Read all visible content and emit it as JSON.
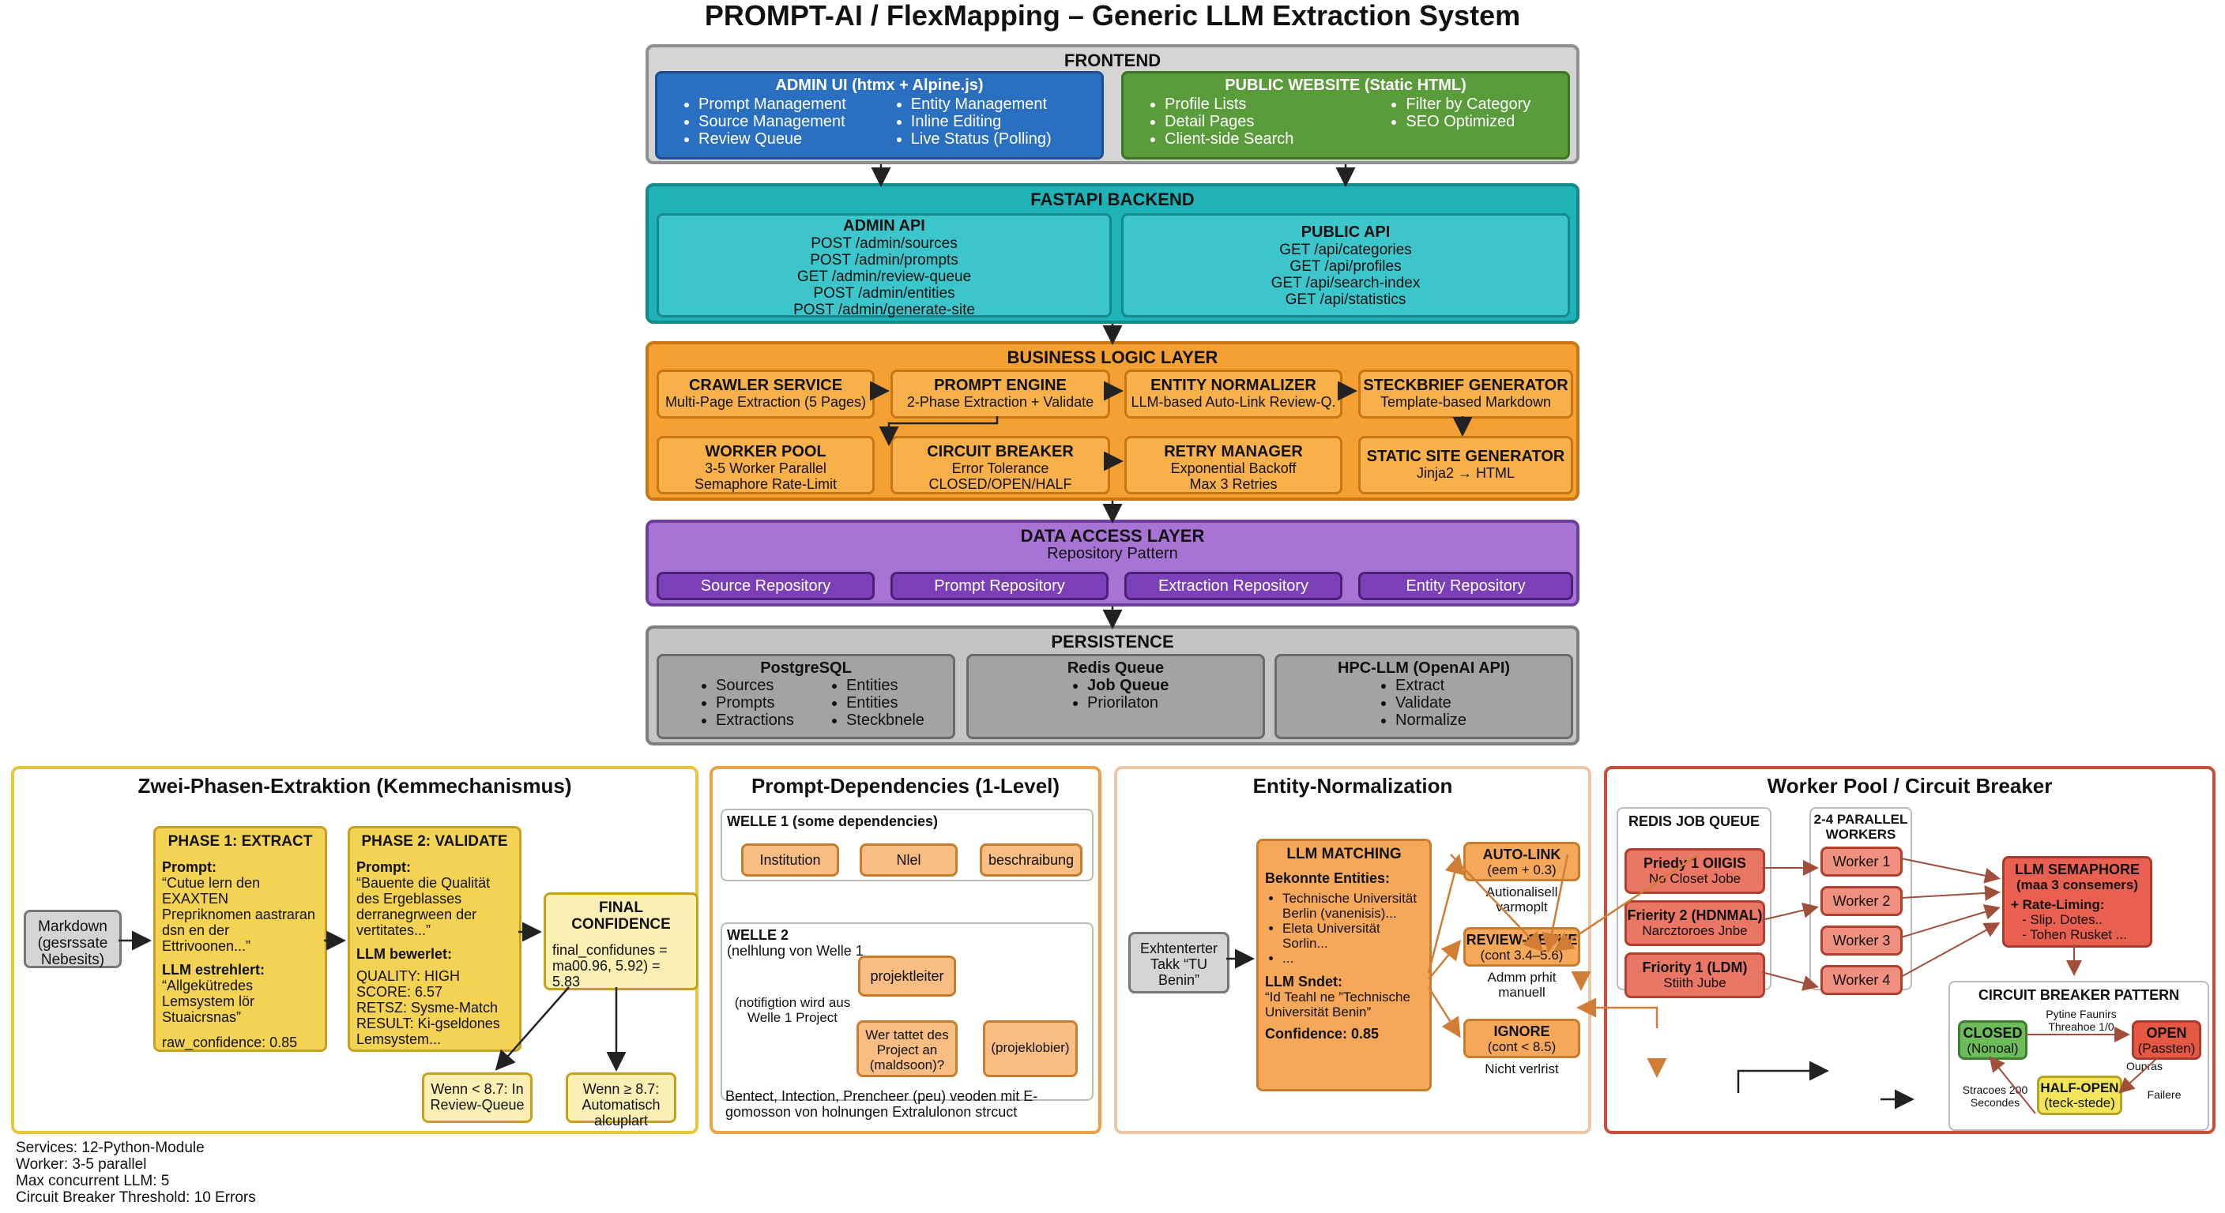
{
  "title": "PROMPT-AI / FlexMapping – Generic LLM Extraction System",
  "frontend": {
    "title": "FRONTEND",
    "admin_ui": {
      "title": "ADMIN UI (htmx + Alpine.js)",
      "col1": [
        "Prompt Management",
        "Source Management",
        "Review Queue"
      ],
      "col2": [
        "Entity Management",
        "Inline Editing",
        "Live Status (Polling)"
      ]
    },
    "public_site": {
      "title": "PUBLIC WEBSITE (Static HTML)",
      "col1": [
        "Profile Lists",
        "Detail Pages",
        "Client-side Search"
      ],
      "col2": [
        "Filter by Category",
        "SEO Optimized"
      ]
    }
  },
  "backend": {
    "title": "FASTAPI BACKEND",
    "admin_api": {
      "title": "ADMIN API",
      "endpoints": [
        "POST /admin/sources",
        "POST /admin/prompts",
        "GET /admin/review-queue",
        "POST /admin/entities",
        "POST /admin/generate-site"
      ]
    },
    "public_api": {
      "title": "PUBLIC API",
      "endpoints": [
        "GET /api/categories",
        "GET /api/profiles",
        "GET /api/search-index",
        "GET /api/statistics"
      ]
    }
  },
  "business": {
    "title": "BUSINESS LOGIC LAYER",
    "crawler": {
      "title": "CRAWLER SERVICE",
      "l1": "Multi-Page Extraction (5 Pages)"
    },
    "prompt_engine": {
      "title": "PROMPT ENGINE",
      "l1": "2-Phase Extraction + Validate"
    },
    "normalizer": {
      "title": "ENTITY NORMALIZER",
      "l1": "LLM-based Auto-Link Review-Q."
    },
    "steckbrief": {
      "title": "STECKBRIEF GENERATOR",
      "l1": "Template-based Markdown"
    },
    "worker_pool": {
      "title": "WORKER POOL",
      "l1": "3-5 Worker Parallel",
      "l2": "Semaphore Rate-Limit"
    },
    "circuit": {
      "title": "CIRCUIT BREAKER",
      "l1": "Error Tolerance",
      "l2": "CLOSED/OPEN/HALF"
    },
    "retry": {
      "title": "RETRY MANAGER",
      "l1": "Exponential Backoff",
      "l2": "Max 3 Retries"
    },
    "static_gen": {
      "title": "STATIC SITE GENERATOR",
      "l1": "Jinja2 → HTML"
    }
  },
  "data_access": {
    "title": "DATA ACCESS LAYER",
    "subtitle": "Repository Pattern",
    "repos": [
      "Source Repository",
      "Prompt Repository",
      "Extraction Repository",
      "Entity Repository"
    ]
  },
  "persistence": {
    "title": "PERSISTENCE",
    "postgres": {
      "title": "PostgreSQL",
      "col1": [
        "Sources",
        "Prompts",
        "Extractions"
      ],
      "col2": [
        "Entities",
        "Entities",
        "Steckbnele"
      ]
    },
    "redis": {
      "title": "Redis Queue",
      "items": [
        "Job Queue",
        "Priorilaton"
      ]
    },
    "hpc": {
      "title": "HPC-LLM (OpenAI API)",
      "items": [
        "Extract",
        "Validate",
        "Normalize"
      ]
    }
  },
  "panel1": {
    "title": "Zwei-Phasen-Extraktion (Kemmechanismus)",
    "markdown": "Markdown (gesrssate Nebesits)",
    "phase1": {
      "title": "PHASE 1: EXTRACT",
      "prompt_label": "Prompt:",
      "prompt_text": "“Cutue lern den EXAXTEN Ргергіknomen aastraran dsn en der Ettrivoonen...”",
      "llm_label": "LLM estrehlert:",
      "llm_text": "“Allgekütredes Lemsystem lör Stuaicrsnas”",
      "conf": "raw_confidence: 0.85"
    },
    "phase2": {
      "title": "PHASE 2: VALIDATE",
      "prompt_label": "Prompt:",
      "prompt_text": "“Bauente die Qualität des Ergeblasses derranegrween der vertitates...”",
      "llm_label": "LLM bewerlet:",
      "quality": "QUALITY: HIGH",
      "score": "SCORE: 6.57",
      "retsz": "RETSZ: Sysme-Match",
      "result": "RESULT: Ki-gseldones Lemsystem..."
    },
    "final": {
      "title": "FINAL CONFIDENCE",
      "text": "final_confidunes = ma00.96, 5.92) = 5.83"
    },
    "review": "Wenn < 8.7: In Review-Queue",
    "auto": "Wenn ≥ 8.7: Automatisch alcuplart"
  },
  "panel2": {
    "title": "Prompt-Dependencies (1-Level)",
    "welle1": "WELLE 1 (some dependencies)",
    "w1_nodes": [
      "Institution",
      "Nlel",
      "beschraibung"
    ],
    "welle2": "WELLE 2",
    "welle2_sub": "(nelhlung von Welle 1",
    "node_proj": "projektleiter",
    "note": "(notifigtion wird aus Welle 1 Project",
    "node_wer": "Wer tattet des Project an (maldsoon)?",
    "node_proj2": "(projeklobier)",
    "footer": "Bentect, Intection, Prencheer (peu) veoden mit E-gomosson von holnungen Extralulonon strcuct"
  },
  "panel3": {
    "title": "Entity-Normalization",
    "input": "Exhtenterter Takk “TU Benin”",
    "match": {
      "title": "LLM MATCHING",
      "known_label": "Bekonnte Entities:",
      "items": [
        "Technische Universität Berlin (vanenisis)...",
        "Eleta Universität Sorlin...",
        "..."
      ],
      "llm_label": "LLM Sndet:",
      "llm_text": "“Id Teahl ne ”Technische Universität Benin”",
      "conf": "Confidence: 0.85"
    },
    "auto": {
      "title": "AUTO-LINK",
      "sub": "(eem + 0.3)",
      "desc": "Autionalisell varmoplt"
    },
    "review": {
      "title": "REVIEW-GEUUE",
      "sub": "(cont 3.4–5.6)",
      "desc": "Admm prhit manuell"
    },
    "ignore": {
      "title": "IGNORE",
      "sub": "(cont < 8.5)",
      "desc": "Nicht verlrist"
    }
  },
  "panel4": {
    "title": "Worker Pool / Circuit Breaker",
    "queue_title": "REDIS JOB QUEUE",
    "jobs": [
      {
        "t": "Priedy 1 OIIGIS",
        "s": "No Closet Jobe"
      },
      {
        "t": "Frierity 2 (HDNMAL)",
        "s": "Narcztoroes Jnbe"
      },
      {
        "t": "Friority 1 (LDM)",
        "s": "Stiith Jube"
      }
    ],
    "workers_title": "2-4 PARALLEL WORKERS",
    "workers": [
      "Worker 1",
      "Worker 2",
      "Worker 3",
      "Worker 4"
    ],
    "semaphore": {
      "title": "LLM SEMAPHORE",
      "sub": "(maa 3 consemers)",
      "l1": "+ Rate-Liming:",
      "l2": "- Slip. Dotes..",
      "l3": "- Tohen Rusket ..."
    },
    "cb_title": "CIRCUIT BREAKER PATTERN",
    "closed": {
      "t": "CLOSED",
      "s": "(Nonoal)"
    },
    "open": {
      "t": "OPEN",
      "s": "(Passten)"
    },
    "half": {
      "t": "HALF-OPEN",
      "s": "(teck-stede)"
    },
    "lbl_fail": "Pytine Faunirs Threahoe 1/0",
    "lbl_outpass": "Oupras",
    "lbl_fail2": "Failere",
    "lbl_str": "Stracoes 200 Secondes"
  },
  "footer": [
    "Services: 12-Python-Module",
    "Worker: 3-5 parallel",
    "Max concurrent LLM: 5",
    "Circuit Breaker Threshold: 10 Errors"
  ]
}
